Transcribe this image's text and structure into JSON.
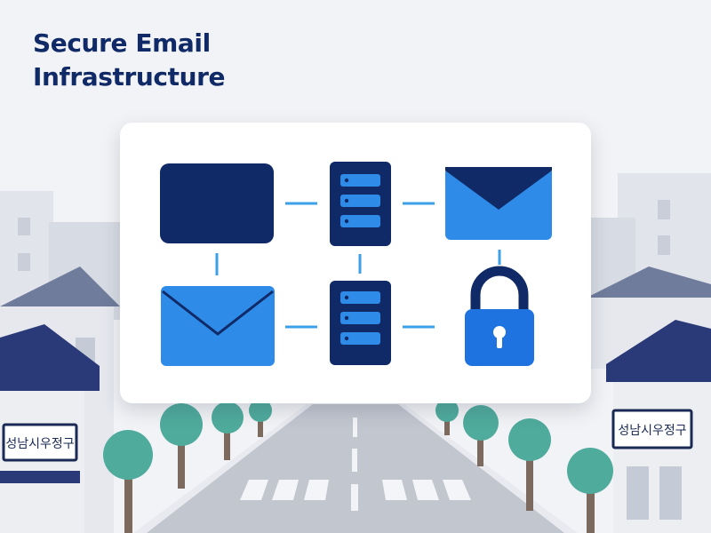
{
  "title": {
    "line1": "Secure Email",
    "line2": "Infrastructure"
  },
  "signs": {
    "left": "성남시우정구",
    "right": "성남시우정구"
  },
  "colors": {
    "navy": "#0f2a66",
    "blue": "#2f8be8",
    "connector": "#3ba0e8",
    "lock": "#1f73e0"
  },
  "diagram": {
    "nodes": [
      {
        "id": "dark-box",
        "icon": "screen-icon"
      },
      {
        "id": "server-top",
        "icon": "server-icon"
      },
      {
        "id": "mail-top",
        "icon": "envelope-icon"
      },
      {
        "id": "mail-bottom",
        "icon": "envelope-icon"
      },
      {
        "id": "server-bottom",
        "icon": "server-icon"
      },
      {
        "id": "lock",
        "icon": "padlock-icon"
      }
    ]
  }
}
